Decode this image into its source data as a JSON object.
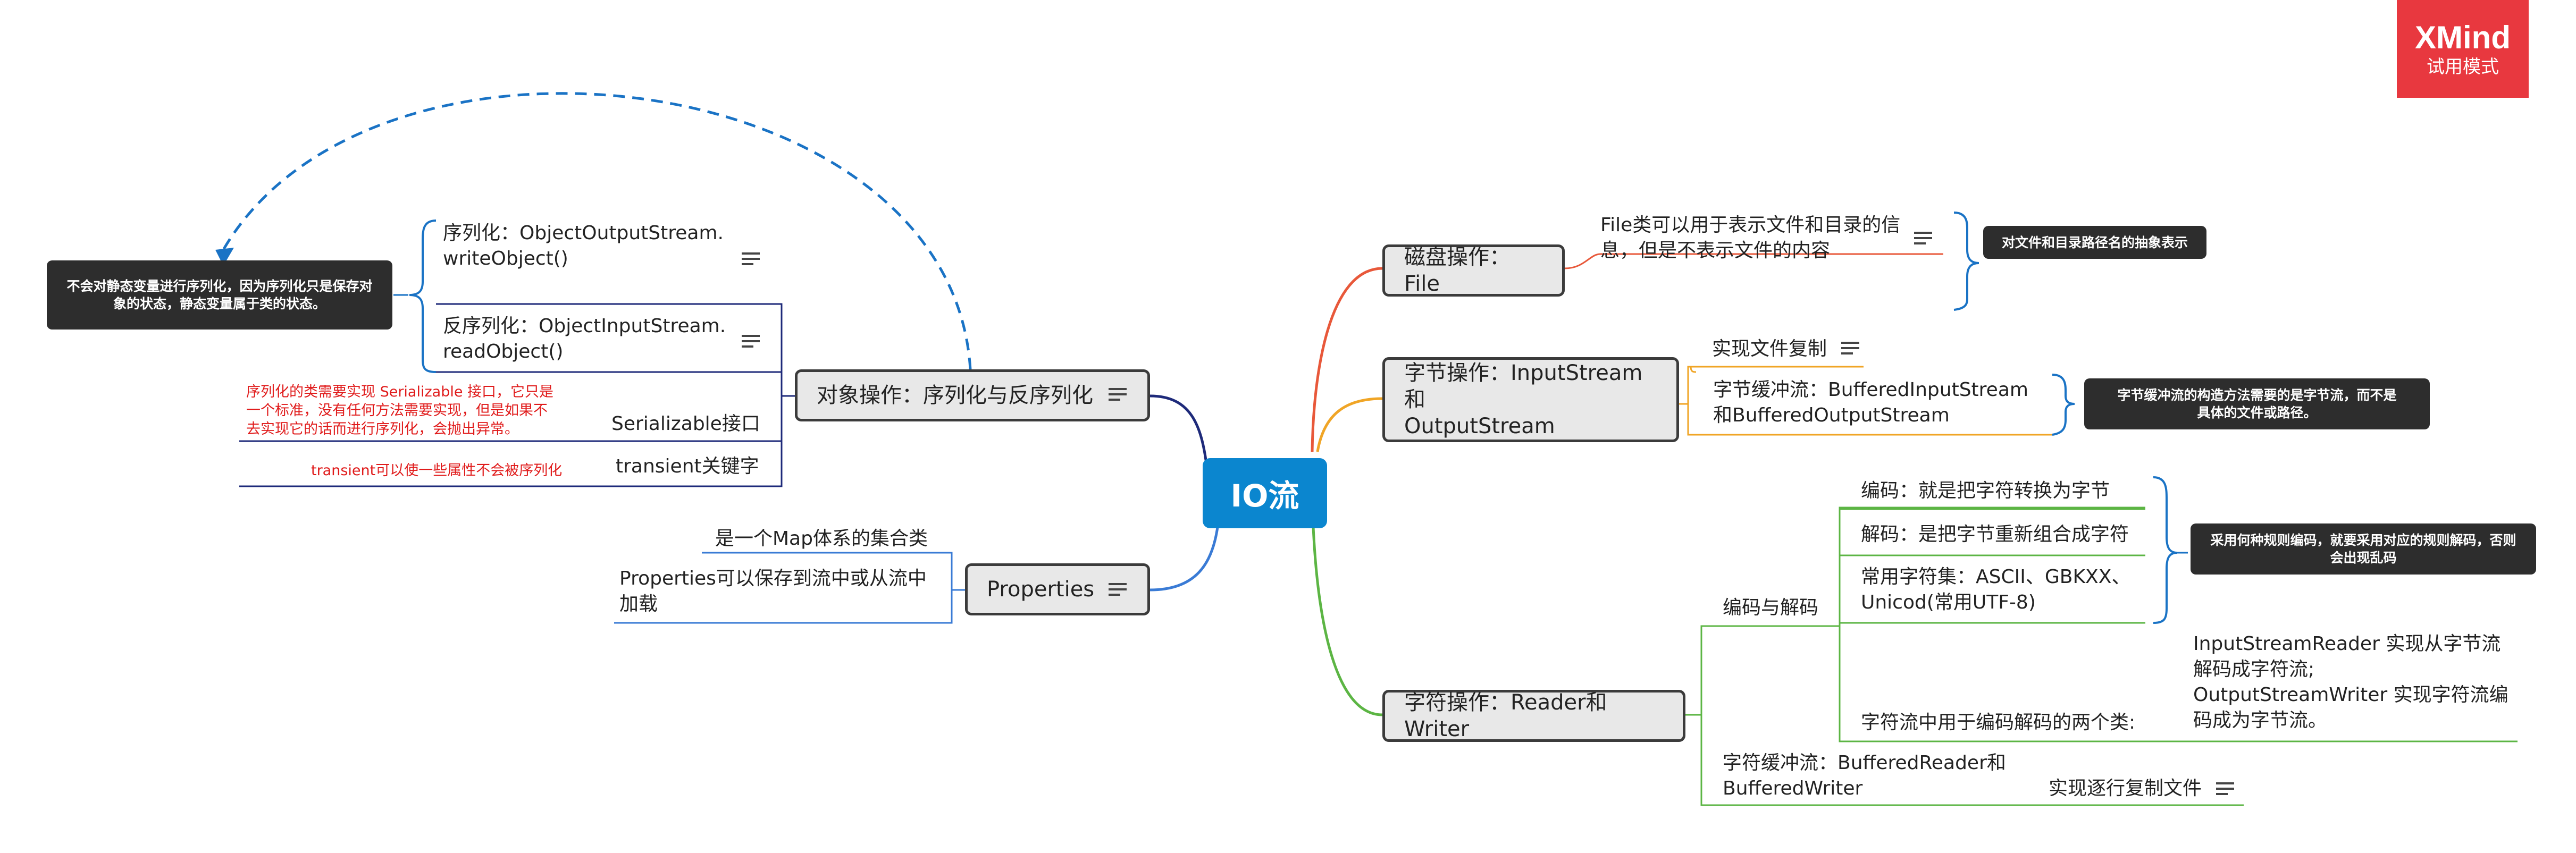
{
  "brand": {
    "name": "XMind",
    "mode": "试用模式",
    "color": "#e8383f"
  },
  "root": {
    "label": "IO流",
    "color": "#0b86cf"
  },
  "colors": {
    "branch_file": "#e8583a",
    "branch_byte": "#f0a526",
    "branch_char": "#5cb544",
    "branch_obj": "#1e2a7a",
    "branch_props": "#3a7bd5",
    "relationship": "#1a73c5",
    "note_red": "#e01b1b"
  },
  "file": {
    "label": "磁盘操作：File",
    "desc": "File类可以用于表示文件和目录的信\n息，但是不表示文件的内容",
    "callout": "对文件和目录路径名的抽象表示"
  },
  "byte": {
    "label": "字节操作：InputStream和\nOutputStream",
    "copy": "实现文件复制",
    "buffered": "字节缓冲流：BufferedInputStream\n和BufferedOutputStream",
    "callout": "字节缓冲流的构造方法需要的是字节流，而不是\n具体的文件或路径。"
  },
  "char": {
    "label": "字符操作：Reader和Writer",
    "codec": "编码与解码",
    "encode": "编码：就是把字符转换为字节",
    "decode": "解码：是把字节重新组合成字符",
    "charset": "常用字符集：ASCII、GBKXX、\nUnicod(常用UTF-8)",
    "codec_callout": "采用何种规则编码，就要采用对应的规则解码，否则\n会出现乱码",
    "two_classes": "字符流中用于编码解码的两个类:",
    "reader_writer": "InputStreamReader 实现从字节流\n解码成字符流;\nOutputStreamWriter 实现字符流编\n码成为字节流。",
    "buffered": "字符缓冲流：BufferedReader和\nBufferedWriter",
    "line_copy": "实现逐行复制文件"
  },
  "object": {
    "label": "对象操作：序列化与反序列化",
    "serialize": "序列化：ObjectOutputStream.\nwriteObject()",
    "deserialize": "反序列化：ObjectInputStream.\nreadObject()",
    "serializable": "Serializable接口",
    "serializable_note": "序列化的类需要实现 Serializable 接口，它只是\n一个标准，没有任何方法需要实现，但是如果不\n去实现它的话而进行序列化，会抛出异常。",
    "transient": "transient关键字",
    "transient_note": "transient可以使一些属性不会被序列化",
    "static_callout": "不会对静态变量进行序列化，因为序列化只是保存对\n象的状态，静态变量属于类的状态。"
  },
  "props": {
    "label": "Properties",
    "map": "是一个Map体系的集合类",
    "io": "Properties可以保存到流中或从流中\n加载"
  }
}
